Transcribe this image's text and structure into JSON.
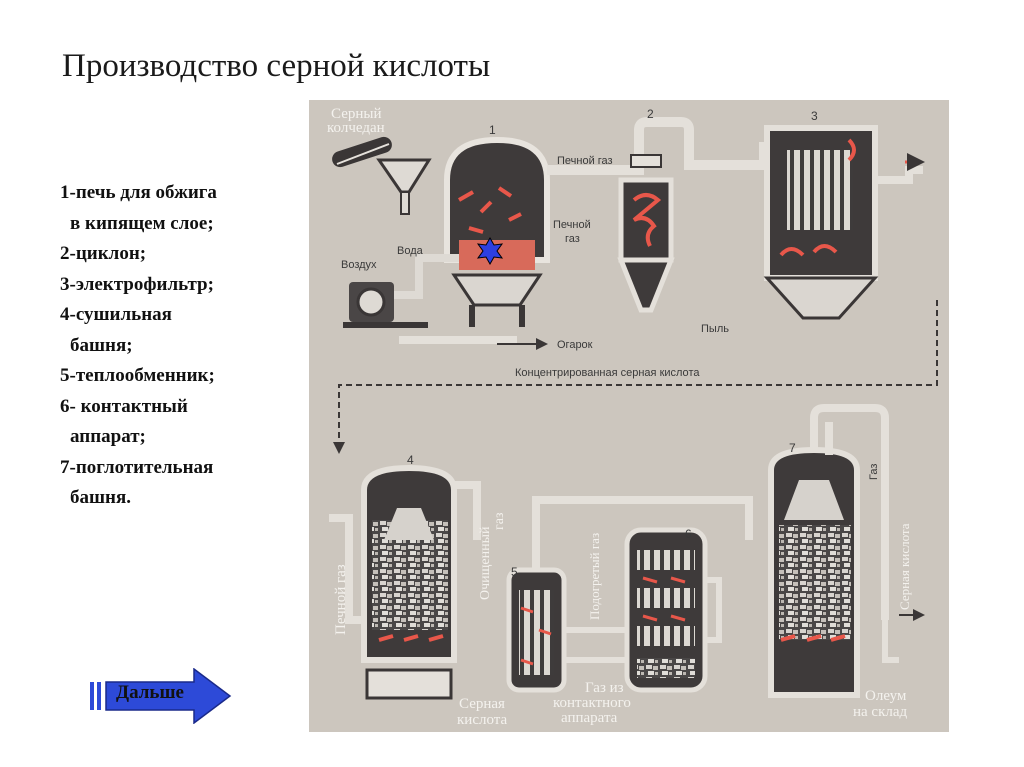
{
  "title": "Производство серной кислоты",
  "legend": [
    {
      "text": "1-печь для обжига",
      "indent": false
    },
    {
      "text": "в кипящем слое;",
      "indent": true
    },
    {
      "text": "2-циклон;",
      "indent": false
    },
    {
      "text": "3-электрофильтр;",
      "indent": false
    },
    {
      "text": "4-сушильная",
      "indent": false
    },
    {
      "text": "башня;",
      "indent": true
    },
    {
      "text": "5-теплообменник;",
      "indent": false
    },
    {
      "text": "6- контактный",
      "indent": false
    },
    {
      "text": "аппарат;",
      "indent": true
    },
    {
      "text": "7-поглотительная",
      "indent": false
    },
    {
      "text": "башня.",
      "indent": true
    }
  ],
  "next_button": {
    "label": "Дальше"
  },
  "diagram": {
    "numbers": [
      "1",
      "2",
      "3",
      "4",
      "5",
      "6",
      "7"
    ],
    "labels": {
      "pyrite_1": "Серный",
      "pyrite_2": "колчедан",
      "air": "Воздух",
      "water": "Вода",
      "furnace_gas_top": "Печной газ",
      "furnace_gas_mid_1": "Печной",
      "furnace_gas_mid_2": "газ",
      "cinder": "Огарок",
      "dust": "Пыль",
      "conc_acid": "Концентрированная серная кислота",
      "furnace_gas_vertical": "Печной газ",
      "cleaned_gas_1": "Очищенный",
      "cleaned_gas_2": "газ",
      "heated_gas": "Подогретый газ",
      "sulfuric_acid_1": "Серная",
      "sulfuric_acid_2": "кислота",
      "gas_from_1": "Газ из",
      "gas_from_2": "контактного",
      "gas_from_3": "аппарата",
      "gas_right": "Газ",
      "sulfuric_acid_vertical": "Серная кислота",
      "oleum_1": "Олеум",
      "oleum_2": "на склад"
    },
    "colors": {
      "background": "#ccc6be",
      "arrow": "#e8574a",
      "dark": "#3a3636",
      "highlight": "#2d3fe0",
      "button": "#2d4ad8"
    }
  }
}
